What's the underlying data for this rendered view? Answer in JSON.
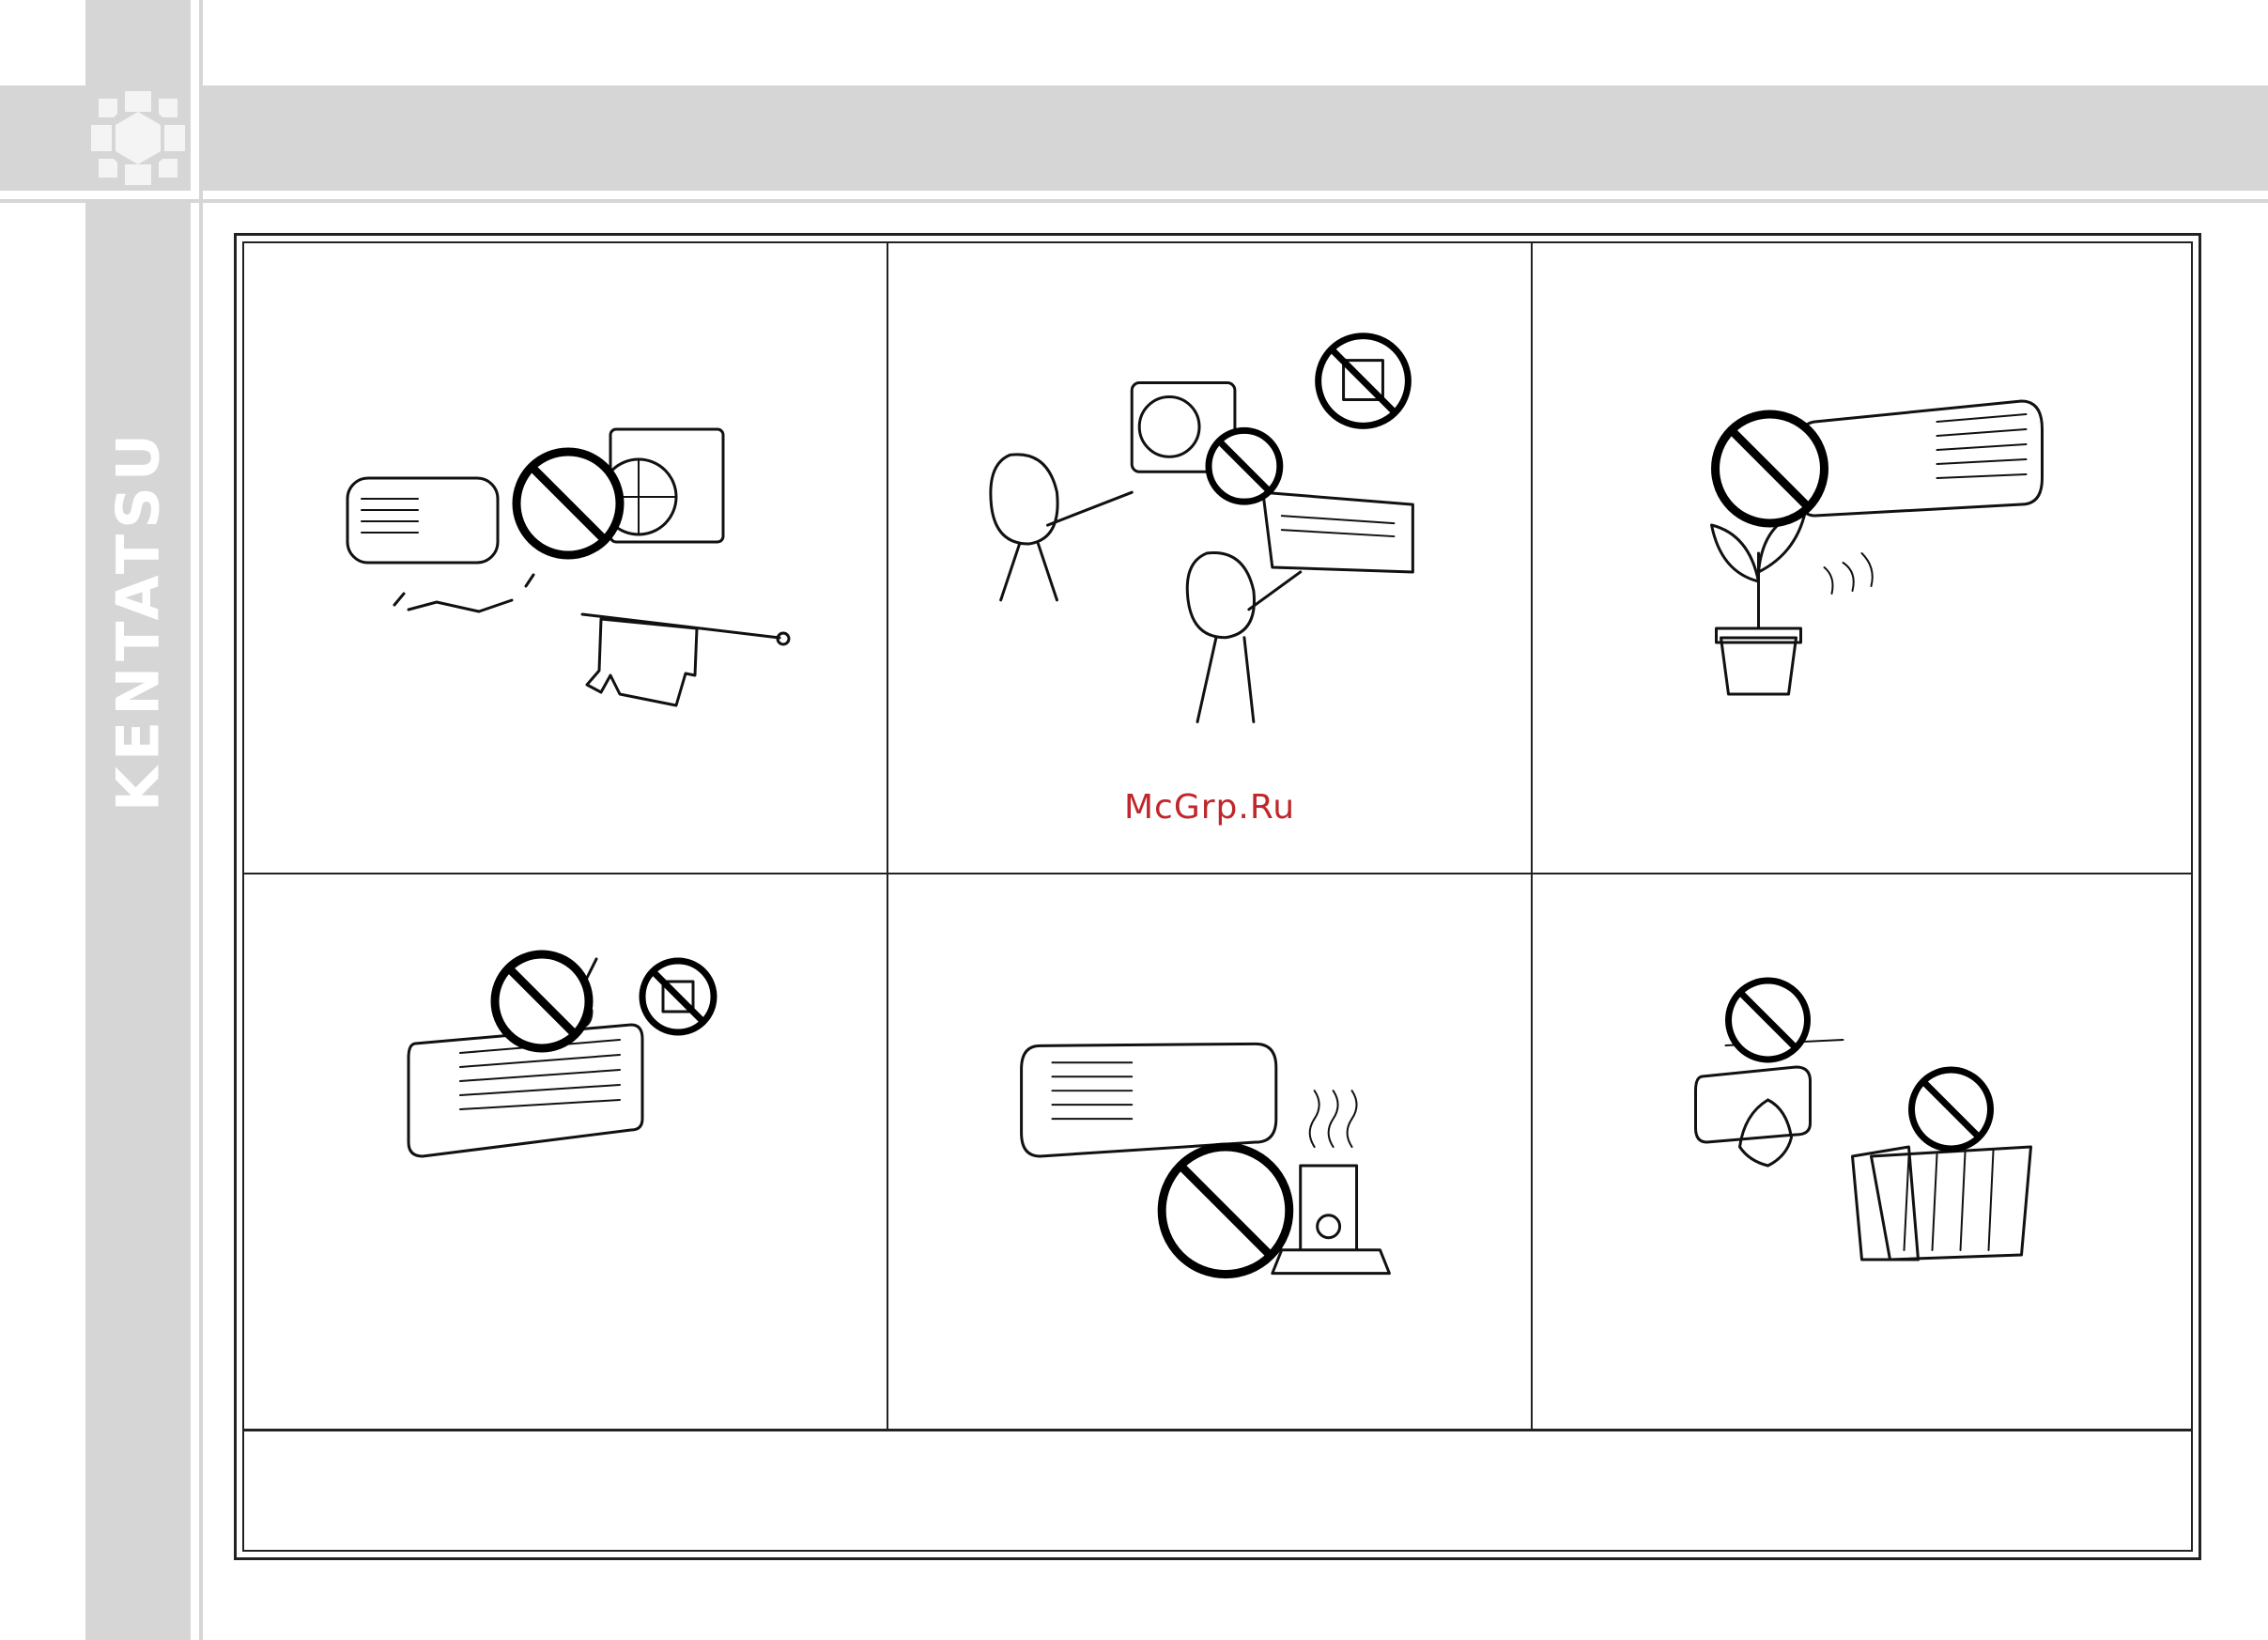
{
  "brand": {
    "name": "KENTATSU"
  },
  "watermark": {
    "text": "McGrp.Ru"
  },
  "colors": {
    "frame_gray": "#d6d6d6",
    "watermark_red": "#c0262b"
  },
  "illustrations": [
    {
      "id": "no-drying-clothes",
      "icon": "prohibition-sign-icon"
    },
    {
      "id": "no-water-spray-cleaning",
      "icon": "prohibition-sign-icon"
    },
    {
      "id": "no-direct-airflow-on-plants",
      "icon": "prohibition-sign-icon"
    },
    {
      "id": "no-objects-on-indoor-unit",
      "icon": "prohibition-sign-icon"
    },
    {
      "id": "no-heater-near-unit",
      "icon": "prohibition-sign-icon"
    },
    {
      "id": "no-blocking-air-outlets",
      "icon": "prohibition-sign-icon"
    }
  ]
}
